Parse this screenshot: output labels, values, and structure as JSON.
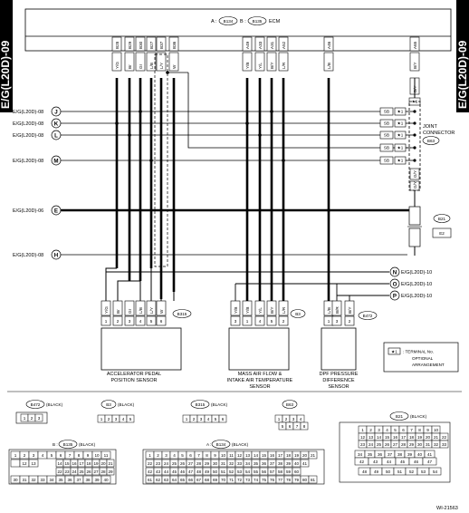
{
  "side_label_left": "E/G(L20D)-09",
  "side_label_right": "E/G(L20D)-09",
  "ecm": {
    "prefix_a": "A :",
    "ref_a": "B134",
    "prefix_b": "B :",
    "ref_b": "B135",
    "name": "ECM",
    "pins_left": [
      "B28",
      "B29",
      "B30",
      "B27",
      "B37",
      "B36"
    ],
    "pins_mid": [
      "A49",
      "A33",
      "A31",
      "A52"
    ],
    "pin_lb": "A46",
    "pin_right": "A65"
  },
  "wire_colors": {
    "app": [
      "Y/G",
      "Br",
      "Gr",
      "L/B",
      "L/Y",
      "W"
    ],
    "maf": [
      "Y/B",
      "Y/L",
      "B/Y",
      "L/R"
    ],
    "dpf": "L/B",
    "joint_top": "B/Y",
    "joint_mid": "G/Y",
    "joint_bot": "G/Y",
    "e2": "B/Y",
    "tap_o": "B/R",
    "tap_p": "B/Y"
  },
  "left_refs": [
    {
      "text": "E/G(L20D)-08",
      "letter": "J"
    },
    {
      "text": "E/G(L20D)-08",
      "letter": "K"
    },
    {
      "text": "E/G(L20D)-08",
      "letter": "L"
    },
    {
      "text": "E/G(L20D)-08",
      "letter": "M"
    },
    {
      "text": "E/G(L20D)-06",
      "letter": "E"
    },
    {
      "text": "E/G(L20D)-08",
      "letter": "H"
    }
  ],
  "right_refs": [
    {
      "letter": "N",
      "text": "E/G(L20D)-10"
    },
    {
      "letter": "O",
      "text": "E/G(L20D)-10"
    },
    {
      "letter": "P",
      "text": "E/G(L20D)-10"
    }
  ],
  "sb_labels": [
    "SB",
    "SB",
    "SB",
    "SB",
    "SB"
  ],
  "star": "★1",
  "joint": {
    "line1": "JOINT",
    "line2": "CONNECTOR",
    "ref": "B63"
  },
  "b21": {
    "ref": "B21",
    "pin": "E2"
  },
  "app_sensor": {
    "ref": "B315",
    "name1": "ACCELERATOR PEDAL",
    "name2": "POSITION SENSOR",
    "pins": [
      "1",
      "2",
      "3",
      "4",
      "5",
      "6"
    ]
  },
  "maf_sensor": {
    "ref": "B3",
    "name1": "MASS AIR FLOW &",
    "name2": "INTAKE AIR TEMPERATURE",
    "name3": "SENSOR",
    "pins": [
      "3",
      "1",
      "4",
      "5",
      "2"
    ]
  },
  "dpf_sensor": {
    "ref": "B472",
    "name1": "DPF PRESSURE",
    "name2": "DIFFERENCE",
    "name3": "SENSOR",
    "pins": [
      "1",
      "3",
      "2"
    ]
  },
  "legend": {
    "star": "★1",
    "line1": ": TERMINAL No.",
    "line2": "OPTIONAL",
    "line3": "ARRANGEMENT"
  },
  "connectors": {
    "b472": {
      "ref": "B472",
      "color": "(BLACK)",
      "pins": [
        "1",
        "2",
        "3"
      ]
    },
    "b3": {
      "ref": "B3",
      "color": "(BLACK)",
      "pins": [
        "1",
        "2",
        "3",
        "4",
        "5"
      ]
    },
    "b315": {
      "ref": "B315",
      "color": "(BLACK)",
      "pins": [
        "1",
        "2",
        "3",
        "4",
        "5",
        "6"
      ]
    },
    "b63": {
      "ref": "B63",
      "row1": [
        "1",
        "2",
        "3",
        "4"
      ],
      "row2": [
        "5",
        "6",
        "7",
        "8"
      ]
    },
    "b21": {
      "ref": "B21",
      "color": "(BLACK)",
      "row1": [
        "1",
        "2",
        "3",
        "4",
        "5",
        "6",
        "7",
        "8",
        "9",
        "10"
      ],
      "row2": [
        "12",
        "13",
        "14",
        "15",
        "16",
        "17",
        "18",
        "19",
        "20",
        "21",
        "22"
      ],
      "row3": [
        "23",
        "24",
        "25",
        "26",
        "27",
        "28",
        "29",
        "30",
        "31",
        "32",
        "33"
      ],
      "row4": [
        "34",
        "35",
        "36",
        "37",
        "38",
        "39",
        "40",
        "41"
      ],
      "row5": [
        "42",
        "43",
        "44",
        "45",
        "46",
        "47"
      ],
      "row6": [
        "48",
        "49",
        "50",
        "51",
        "52",
        "53",
        "54"
      ]
    },
    "b135": {
      "prefix": "B :",
      "ref": "B135",
      "color": "(BLACK)",
      "row1": [
        "1",
        "2",
        "3",
        "4",
        "5",
        "6",
        "7",
        "8",
        "9",
        "10",
        "11"
      ],
      "row2": [
        "12",
        "13",
        "14",
        "15",
        "16",
        "17",
        "18",
        "19",
        "20",
        "21"
      ],
      "row3": [
        "22",
        "23",
        "24",
        "25",
        "26",
        "27",
        "28",
        "29"
      ],
      "row4": [
        "30",
        "31",
        "32",
        "33",
        "34",
        "35",
        "36",
        "37",
        "38",
        "39",
        "40"
      ]
    },
    "b134": {
      "prefix": "A :",
      "ref": "B134",
      "color": "(BLACK)",
      "row1": [
        "1",
        "2",
        "3",
        "4",
        "5",
        "6",
        "7",
        "8",
        "9",
        "10",
        "11",
        "12",
        "13",
        "14",
        "15",
        "16",
        "17",
        "18",
        "19",
        "20",
        "21"
      ],
      "row2": [
        "22",
        "23",
        "24",
        "25",
        "26",
        "27",
        "28",
        "29",
        "30",
        "31",
        "32",
        "33",
        "34",
        "35",
        "36",
        "37",
        "38",
        "39",
        "40",
        "41"
      ],
      "row3": [
        "42",
        "43",
        "44",
        "45",
        "46",
        "47",
        "48",
        "49",
        "50",
        "51",
        "52",
        "53",
        "54",
        "55",
        "56",
        "57",
        "58",
        "59",
        "60"
      ],
      "row4": [
        "61",
        "62",
        "63",
        "64",
        "65",
        "66",
        "67",
        "68",
        "69",
        "70",
        "71",
        "72",
        "73",
        "74",
        "75",
        "76",
        "77",
        "78",
        "79",
        "80",
        "81"
      ]
    }
  },
  "figure_id": "WI-21563"
}
